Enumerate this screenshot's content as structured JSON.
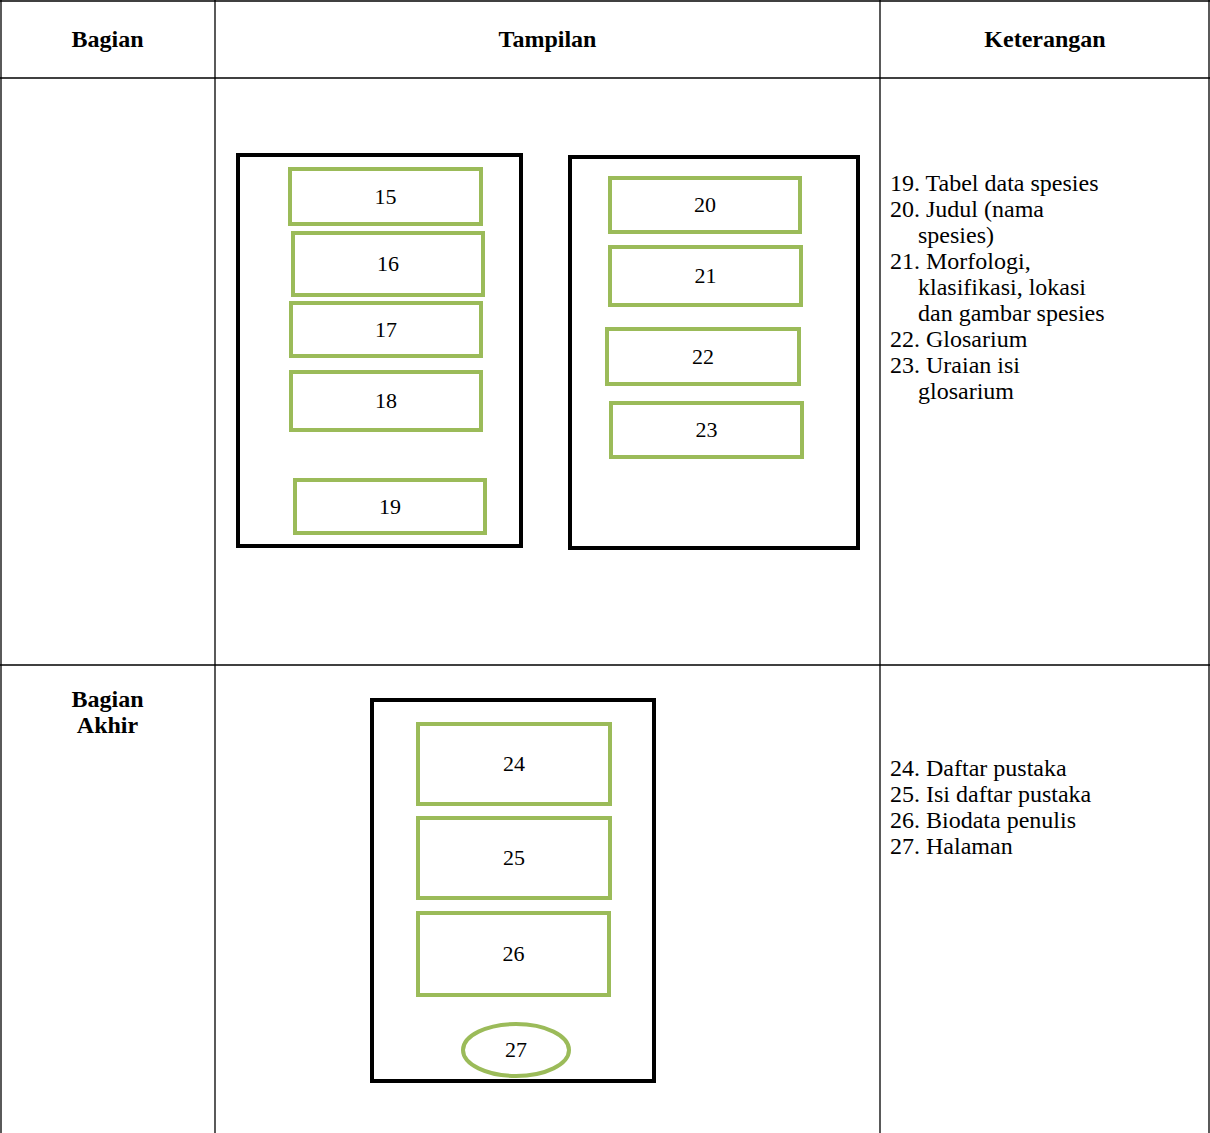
{
  "diagram": {
    "nodes": [
      {
        "text": []
      },
      {
        "text": [
          "15"
        ],
        "in": 0
      },
      {
        "text": [
          "16"
        ],
        "in": 0
      },
      {
        "text": [
          "17"
        ],
        "in": 0
      },
      {
        "text": [
          "18"
        ],
        "in": 0
      },
      {
        "text": [
          "19"
        ],
        "in": 0
      },
      {
        "text": []
      },
      {
        "text": [
          "20"
        ],
        "in": 6
      },
      {
        "text": [
          "21"
        ],
        "in": 6
      },
      {
        "text": [
          "22"
        ],
        "in": 6
      },
      {
        "text": [
          "23"
        ],
        "in": 6
      },
      {
        "text": []
      },
      {
        "text": [
          "24"
        ],
        "in": 11
      },
      {
        "text": [
          "25"
        ],
        "in": 11
      },
      {
        "text": [
          "26"
        ],
        "in": 11
      },
      {
        "text": [
          "27"
        ],
        "in": 11
      }
    ],
    "labels": [
      "Bagian",
      "Tampilan",
      "Keterangan",
      "19. Tabel data spesies",
      "20. Judul (nama spesies)",
      "21. Morfologi, klasifikasi, lokasi dan gambar spesies",
      "22. Glosarium",
      "23. Uraian isi glosarium",
      "Bagian Akhir",
      "24. Daftar pustaka",
      "25. Isi daftar pustaka",
      "26. Biodata penulis",
      "27. Halaman"
    ]
  }
}
